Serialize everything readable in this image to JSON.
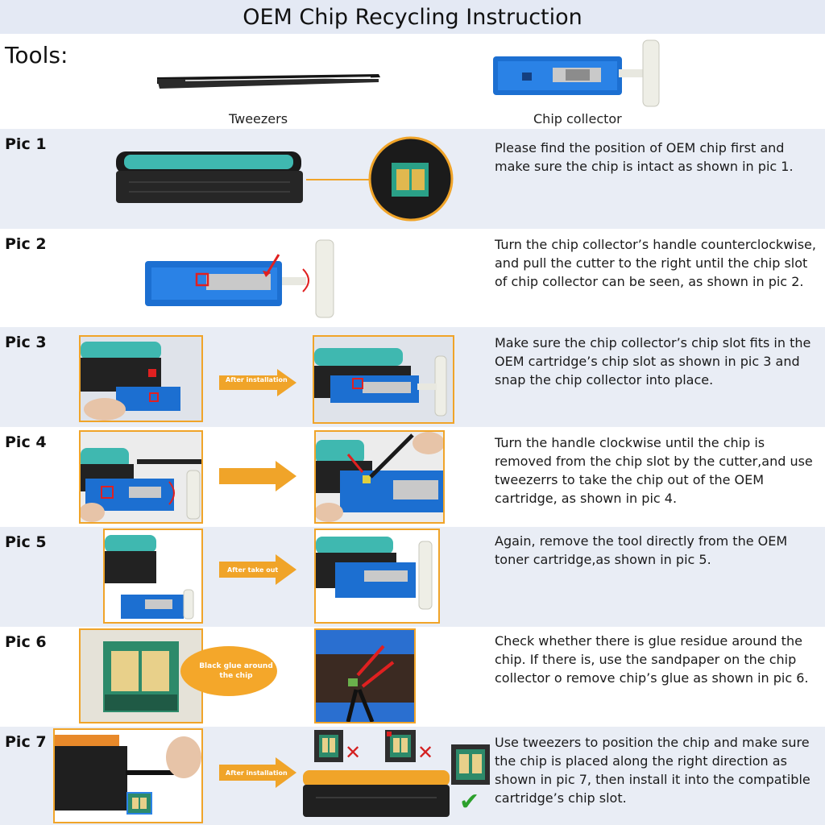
{
  "title": "OEM Chip Recycling Instruction",
  "tools": {
    "label": "Tools:",
    "tweezers_caption": "Tweezers",
    "collector_caption": "Chip collector"
  },
  "steps": [
    {
      "label": "Pic 1",
      "text": "Please find the position of OEM chip first and make sure the chip is intact as shown in pic 1."
    },
    {
      "label": "Pic 2",
      "text": "Turn the chip collector’s handle counterclockwise, and pull the cutter to the right until the chip slot of chip collector can be seen, as shown in pic 2."
    },
    {
      "label": "Pic 3",
      "text": "Make sure the chip collector’s chip slot fits in the OEM cartridge’s chip slot as shown in pic 3 and snap the chip collector into place.",
      "arrow_text": "After installation"
    },
    {
      "label": "Pic 4",
      "text": "Turn the handle clockwise until the chip is removed from the chip slot by the cutter,and use tweezerrs to take the chip out of the OEM cartridge, as shown in pic 4."
    },
    {
      "label": "Pic 5",
      "text": "Again, remove the tool directly from the OEM toner cartridge,as shown in pic 5.",
      "arrow_text": "After take out"
    },
    {
      "label": "Pic 6",
      "text": "Check whether there is glue residue around the chip. If there is, use the sandpaper on the chip collector o remove chip’s glue as shown in pic 6.",
      "bubble_text": "Black glue around the chip"
    },
    {
      "label": "Pic 7",
      "text": "Use tweezers to position the chip and make sure the chip is placed along the right direction as shown in pic 7, then install it into the compatible cartridge’s chip slot.",
      "arrow_text": "After installation"
    }
  ],
  "colors": {
    "accent_orange": "#f0a429",
    "collector_blue": "#1c6fd1",
    "row_shade": "#e9edf5",
    "cross_red": "#d42020",
    "check_green": "#2ca02c"
  }
}
